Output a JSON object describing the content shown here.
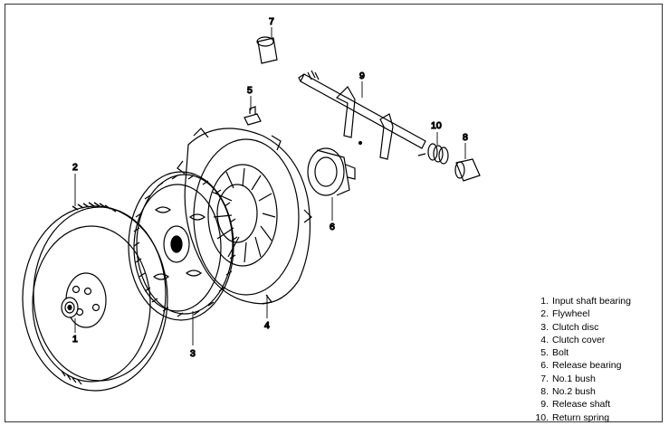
{
  "callouts": {
    "c1": "1",
    "c2": "2",
    "c3": "3",
    "c4": "4",
    "c5": "5",
    "c6": "6",
    "c7": "7",
    "c8": "8",
    "c9": "9",
    "c10": "10"
  },
  "legend": [
    {
      "num": "1.",
      "label": "Input shaft bearing"
    },
    {
      "num": "2.",
      "label": "Flywheel"
    },
    {
      "num": "3.",
      "label": "Clutch disc"
    },
    {
      "num": "4.",
      "label": "Clutch cover"
    },
    {
      "num": "5.",
      "label": "Bolt"
    },
    {
      "num": "6.",
      "label": "Release bearing"
    },
    {
      "num": "7.",
      "label": "No.1 bush"
    },
    {
      "num": "8.",
      "label": "No.2 bush"
    },
    {
      "num": "9.",
      "label": "Release shaft"
    },
    {
      "num": "10.",
      "label": "Return spring"
    }
  ],
  "colors": {
    "line": "#000000",
    "background": "#ffffff"
  }
}
